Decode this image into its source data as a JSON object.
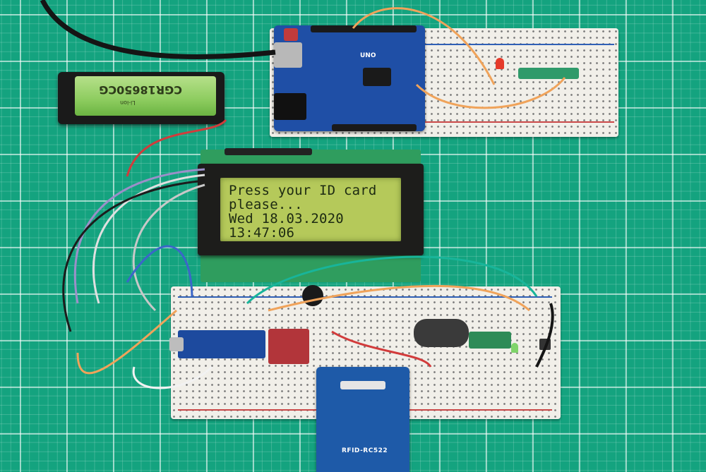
{
  "lcd": {
    "lines": [
      "Press your ID card",
      "please...",
      "Wed 18.03.2020",
      "13:47:06"
    ]
  },
  "battery": {
    "label": "CGR18650CG",
    "sublabel": "Li-ion"
  },
  "rfid": {
    "label": "RFID-RC522"
  },
  "arduino": {
    "label": "UNO"
  },
  "colors": {
    "mat": "#14a37f",
    "lcd_backlight": "#b5c95a",
    "pcb_blue": "#1f4fa6",
    "breadboard": "#f1efe9"
  }
}
